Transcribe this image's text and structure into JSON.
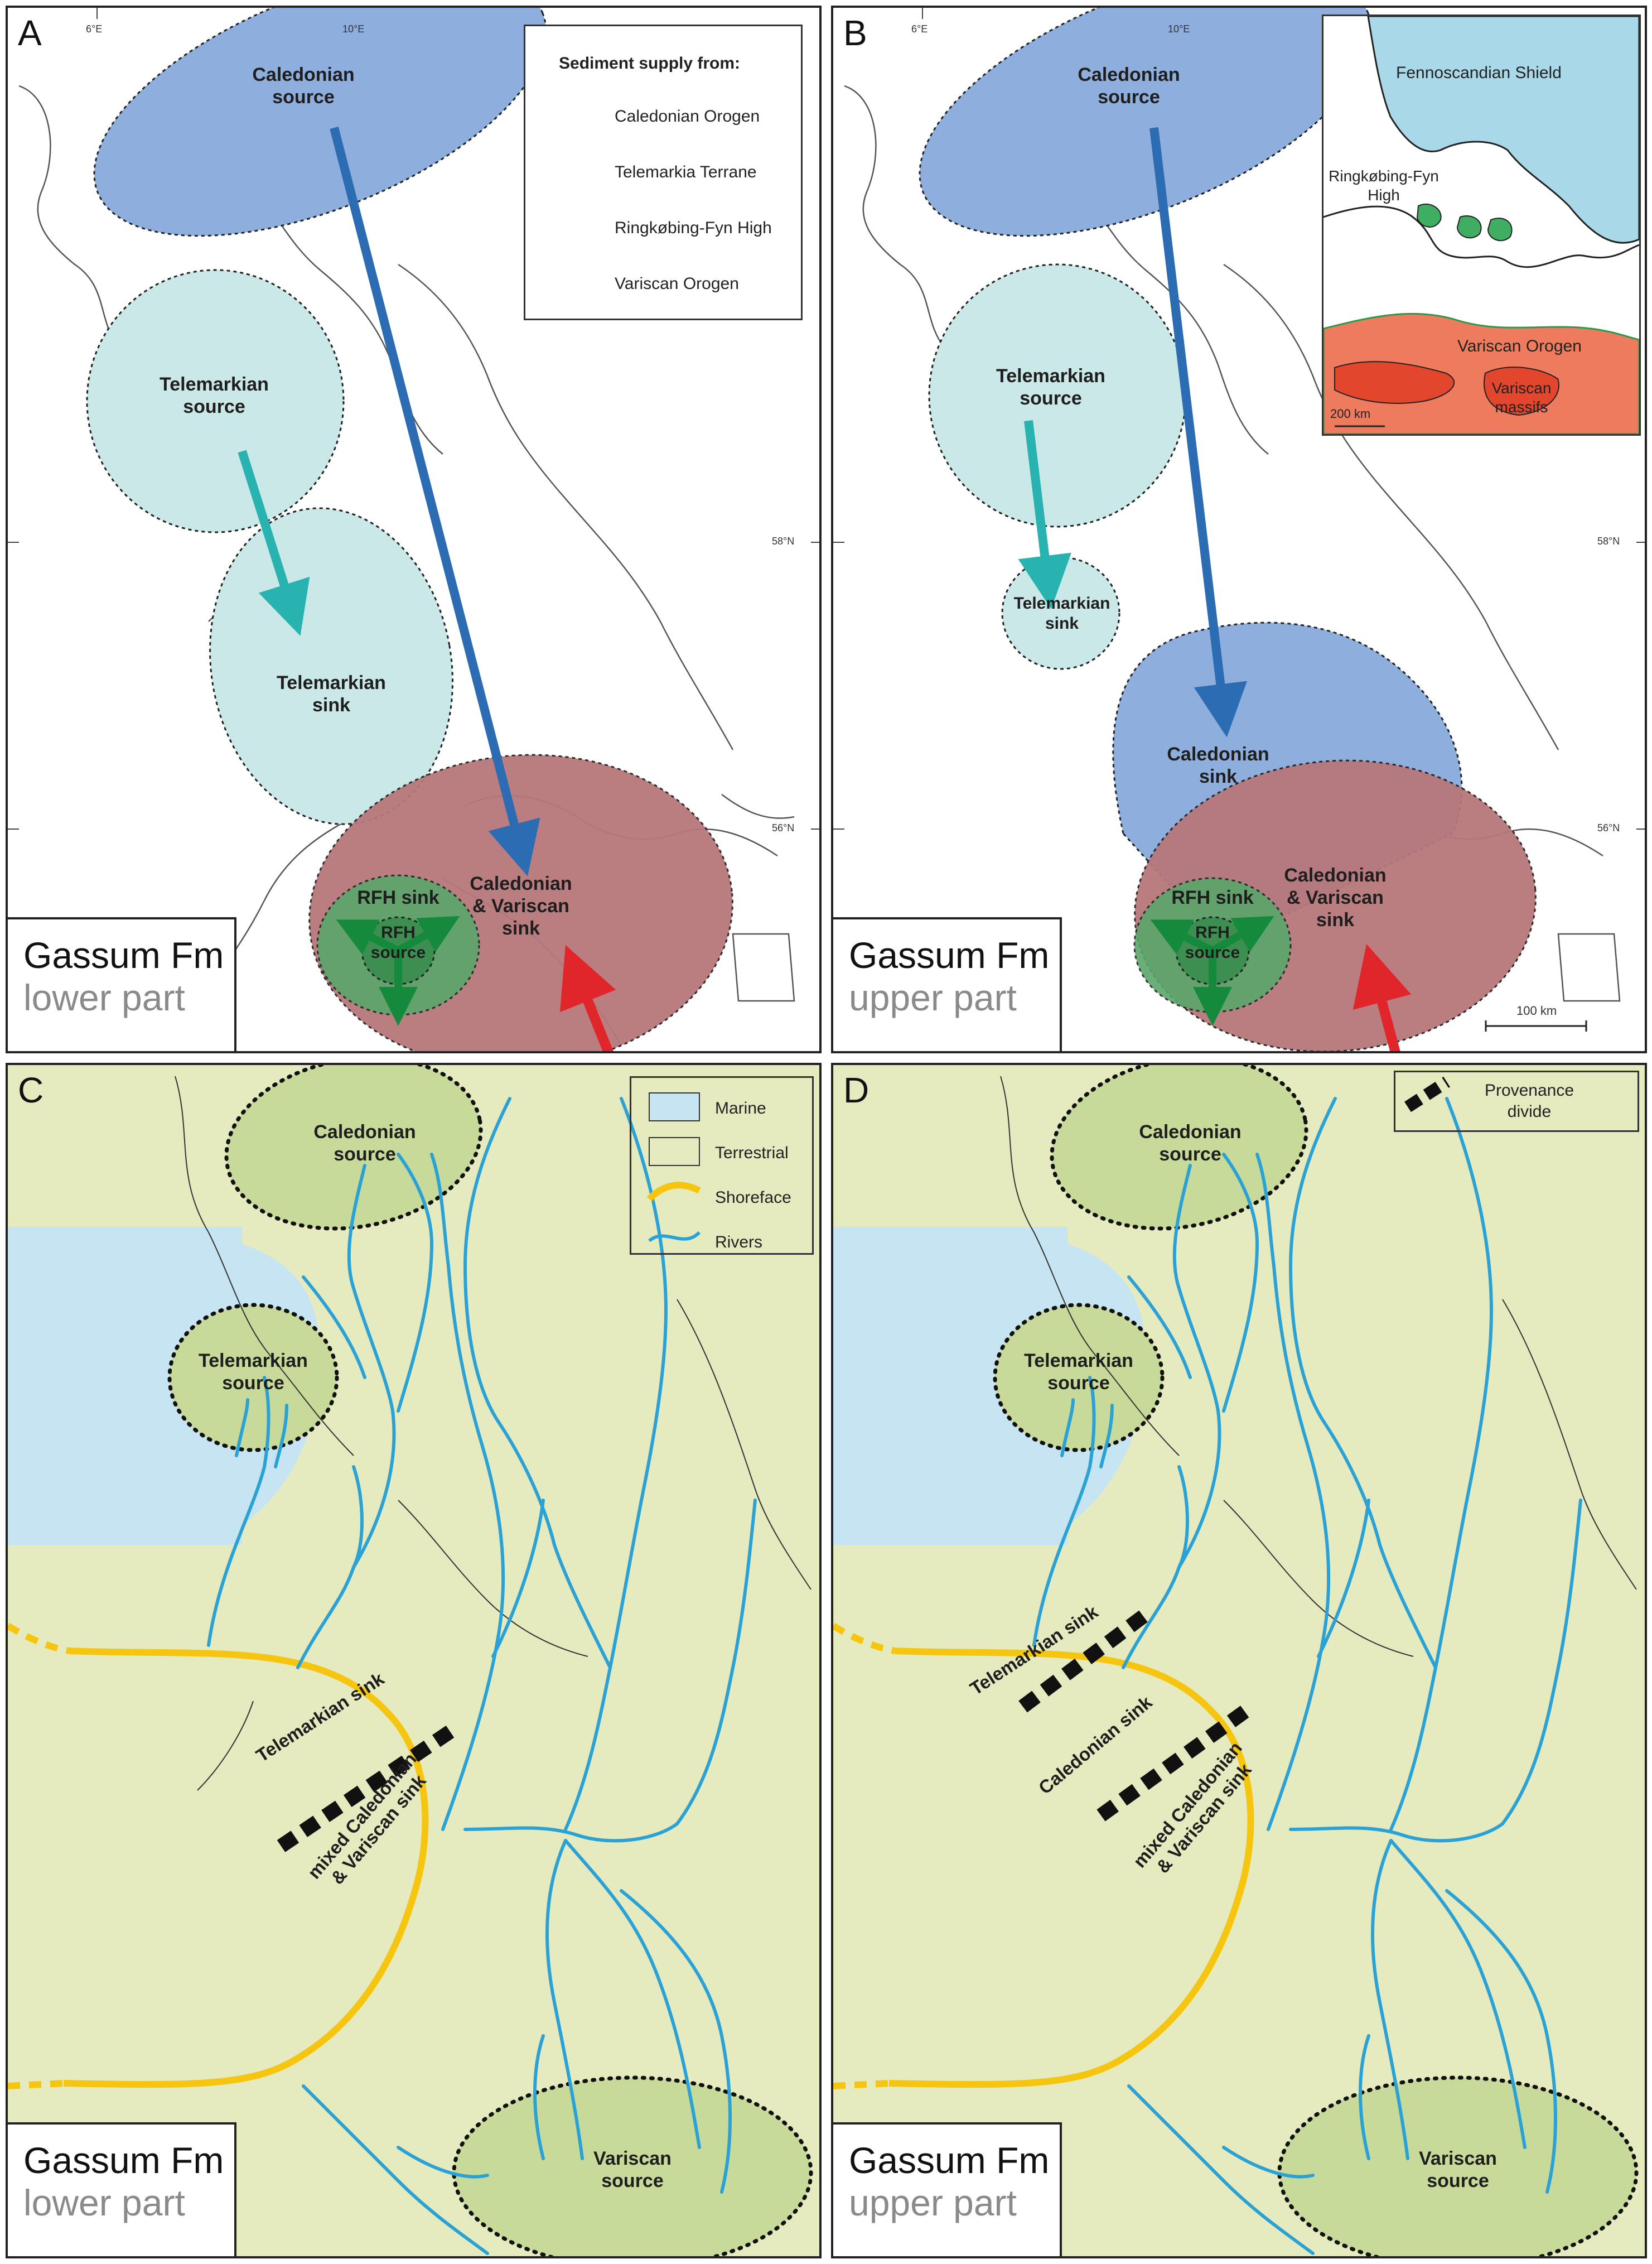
{
  "panels": {
    "a": {
      "letter": "A",
      "formation": "Gassum Fm",
      "part": "lower part",
      "labels": {
        "caledonian_source": "Caledonian source",
        "telemarkian_source": "Telemarkian source",
        "telemarkian_sink": "Telemarkian sink",
        "caledonian_variscan_sink": "Caledonian & Variscan sink",
        "rfh_sink": "RFH sink",
        "rfh_source": "RFH source"
      },
      "ticks": {
        "lon1": "6°E",
        "lon2": "10°E",
        "lat1": "58°N",
        "lat2": "56°N"
      },
      "legend": {
        "title": "Sediment supply from:",
        "items": [
          "Caledonian Orogen",
          "Telemarkia Terrane",
          "Ringkøbing-Fyn High",
          "Variscan Orogen"
        ]
      }
    },
    "b": {
      "letter": "B",
      "formation": "Gassum Fm",
      "part": "upper part",
      "labels": {
        "caledonian_source": "Caledonian source",
        "telemarkian_source": "Telemarkian source",
        "telemarkian_sink": "Telemarkian sink",
        "caledonian_sink": "Caledonian sink",
        "caledonian_variscan_sink": "Caledonian & Variscan sink",
        "rfh_sink": "RFH sink",
        "rfh_source": "RFH source"
      },
      "ticks": {
        "lon1": "6°E",
        "lon2": "10°E",
        "lat1": "58°N",
        "lat2": "56°N"
      },
      "scale": "100 km",
      "inset": {
        "shield": "Fennoscandian Shield",
        "rfh": "Ringkøbing-Fyn High",
        "orogen": "Variscan Orogen",
        "massifs": "Variscan massifs",
        "scale": "200 km"
      }
    },
    "c": {
      "letter": "C",
      "formation": "Gassum Fm",
      "part": "lower part",
      "labels": {
        "caledonian_source": "Caledonian source",
        "telemarkian_source": "Telemarkian source",
        "variscan_source": "Variscan source",
        "telemarkian_sink": "Telemarkian sink",
        "mixed_sink": "mixed Caledonian & Variscan sink"
      },
      "legend": {
        "items": [
          "Marine",
          "Terrestrial",
          "Shoreface",
          "Rivers"
        ]
      }
    },
    "d": {
      "letter": "D",
      "formation": "Gassum Fm",
      "part": "upper part",
      "labels": {
        "caledonian_source": "Caledonian source",
        "telemarkian_source": "Telemarkian source",
        "variscan_source": "Variscan source",
        "telemarkian_sink": "Telemarkian sink",
        "caledonian_sink": "Caledonian sink",
        "mixed_sink": "mixed Caledonian & Variscan sink"
      },
      "legend": {
        "items": [
          "Provenance divide"
        ]
      }
    }
  },
  "colors": {
    "caledonian": "#2b6cb3",
    "telemarkian": "#29b3b0",
    "rfh": "#168a3c",
    "variscan": "#e0262a",
    "marine": "#c7e4f3",
    "terrestrial": "#e6ebbf",
    "shoreface": "#f6c510",
    "rivers": "#2aa2d6"
  }
}
